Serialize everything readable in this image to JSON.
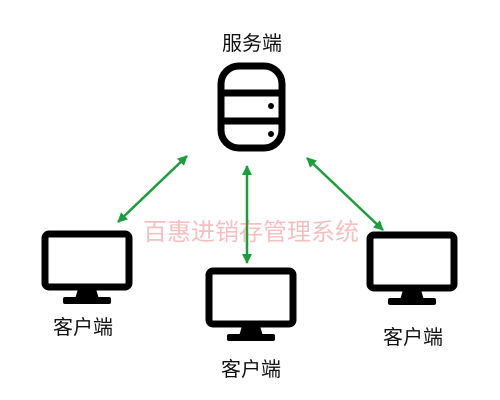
{
  "server": {
    "label": "服务端",
    "icon": "database-icon"
  },
  "clients": [
    {
      "label": "客户端",
      "icon": "monitor-icon"
    },
    {
      "label": "客户端",
      "icon": "monitor-icon"
    },
    {
      "label": "客户端",
      "icon": "monitor-icon"
    }
  ],
  "connections": {
    "style": "bidirectional-arrow",
    "color": "#1a9e3c"
  },
  "watermark": "百惠进销存管理系统"
}
